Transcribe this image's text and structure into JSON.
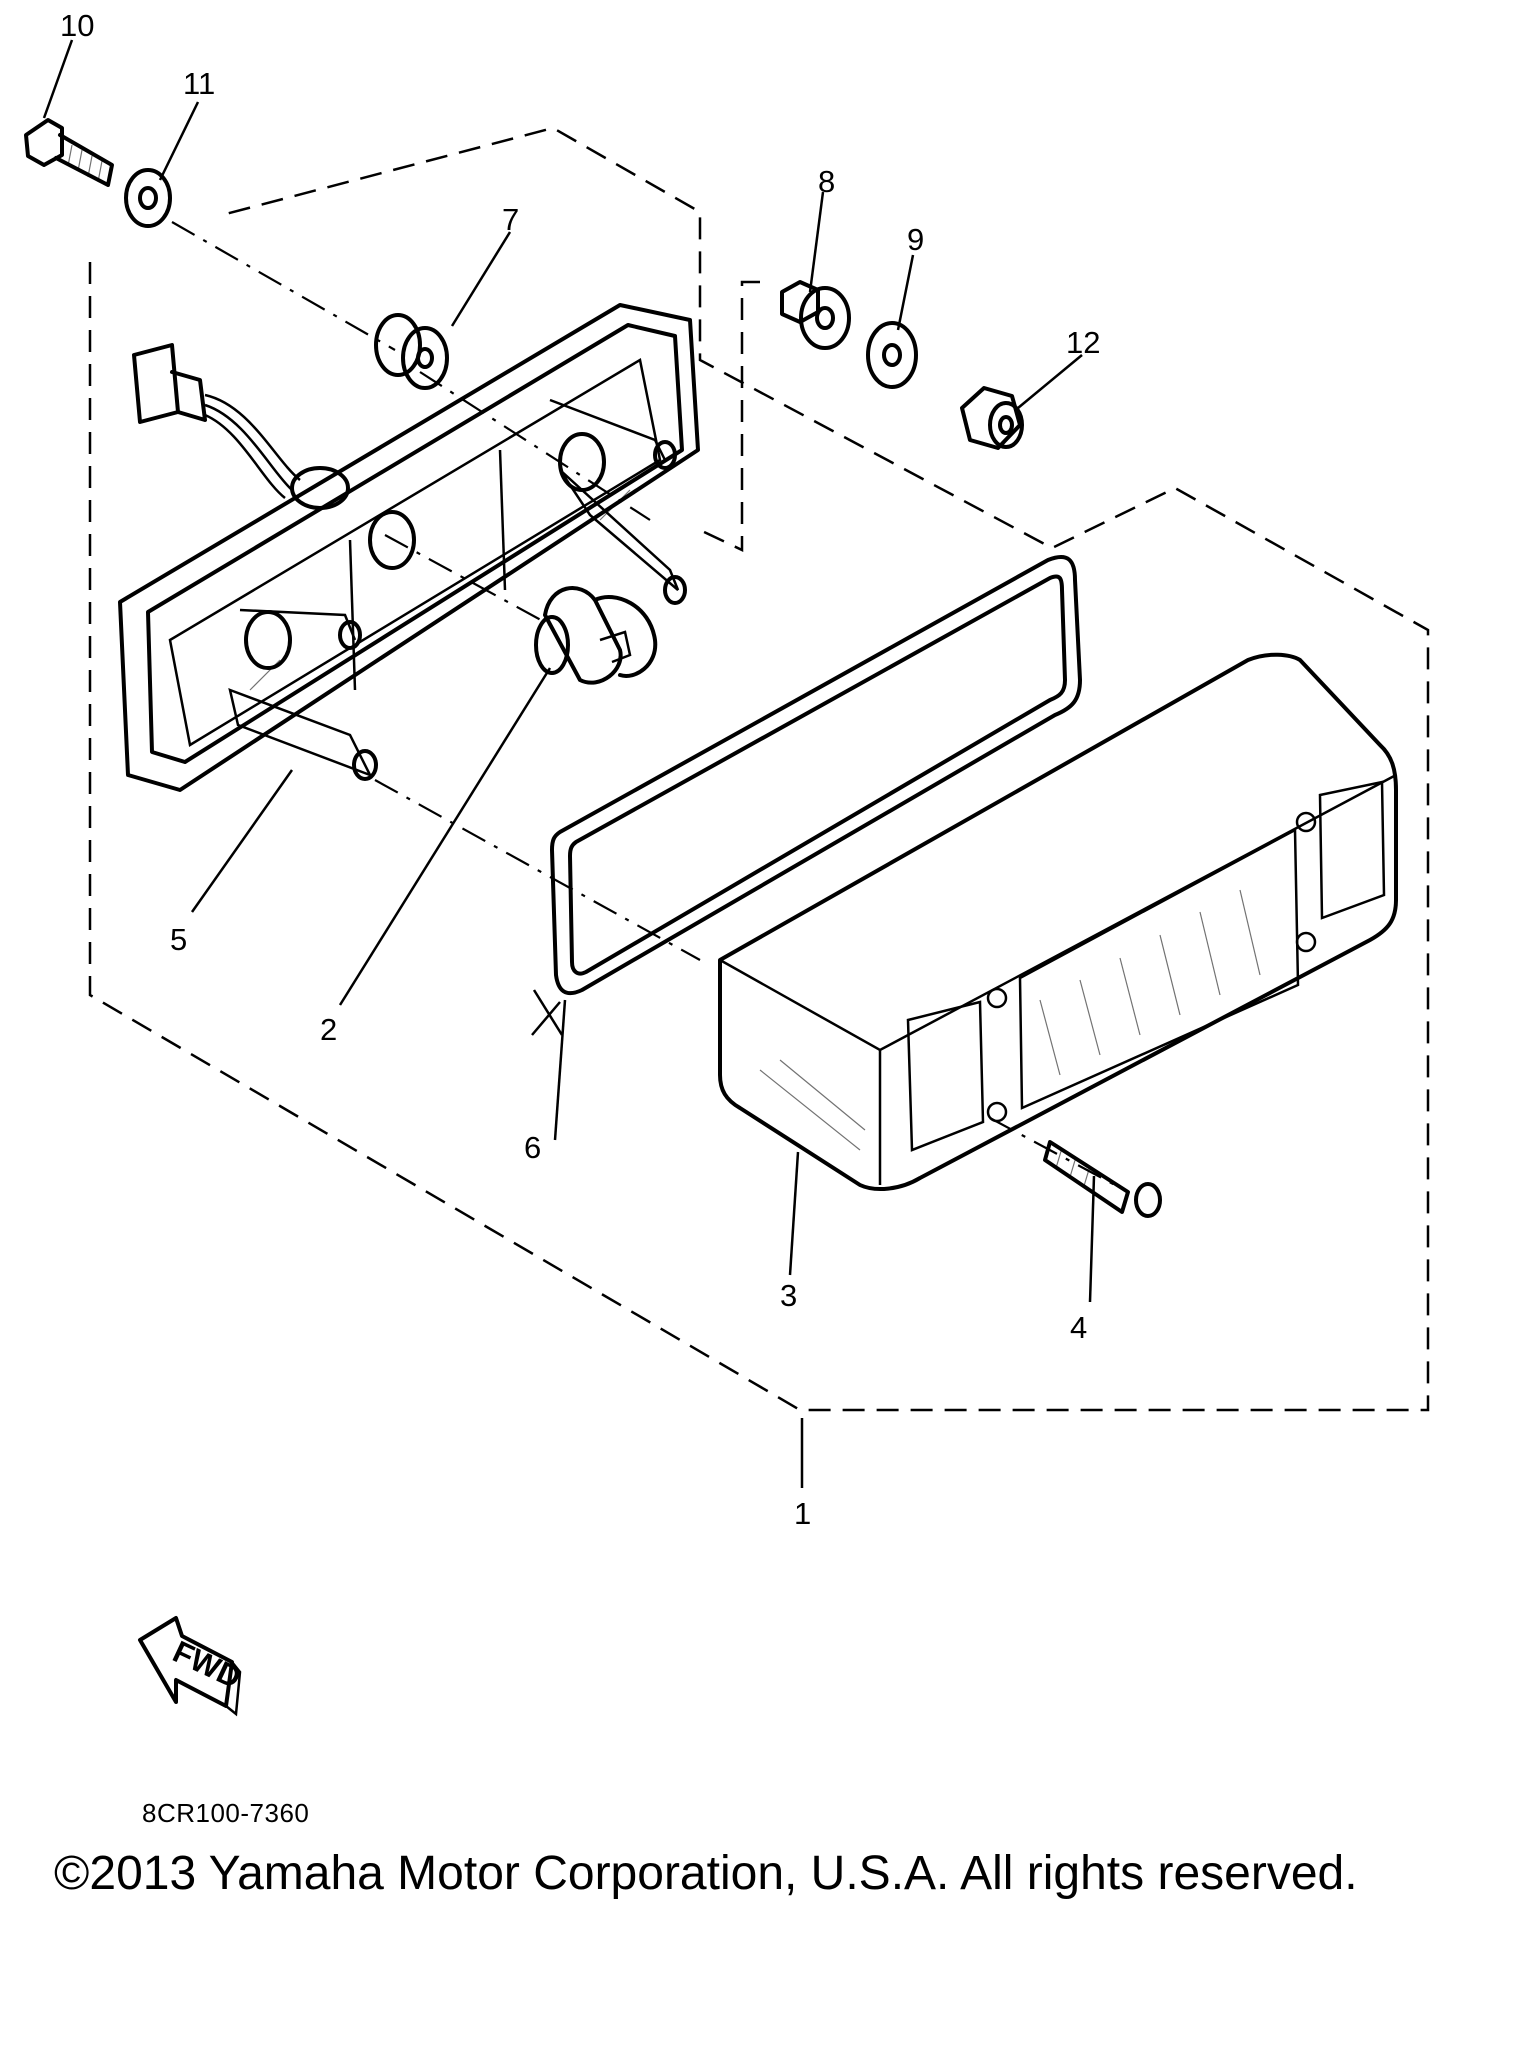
{
  "callouts": {
    "c1": "1",
    "c2": "2",
    "c3": "3",
    "c4": "4",
    "c5": "5",
    "c6": "6",
    "c7": "7",
    "c8": "8",
    "c9": "9",
    "c10": "10",
    "c11": "11",
    "c12": "12"
  },
  "fwd_arrow": {
    "label": "FWD"
  },
  "diagram_code": "8CR100-7360",
  "copyright": "©2013 Yamaha Motor Corporation, U.S.A. All rights reserved."
}
